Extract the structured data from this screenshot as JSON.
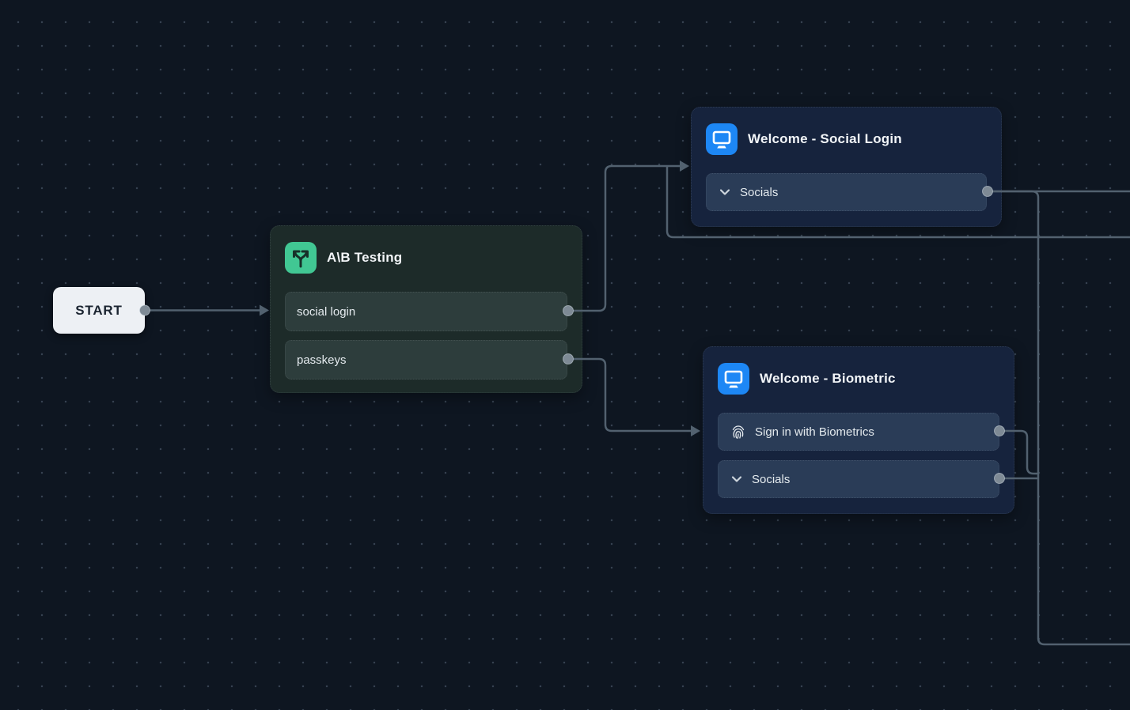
{
  "canvas": {
    "kind": "flow-editor-canvas",
    "grid": "dotted"
  },
  "colors": {
    "canvas_bg": "#0e1621",
    "grid_dot": "#8296aa",
    "edge": "#52616f",
    "handle": "#7e8a95",
    "start_bg": "#edf0f4",
    "start_text": "#1c2531",
    "ab_node_bg": "#1d2b29",
    "ab_row_bg": "#2d3d3c",
    "ab_icon_bg": "#41c793",
    "screen_node_bg": "#16233d",
    "screen_row_bg": "#2a3c57",
    "screen_icon_bg": "#1d87f5",
    "title_text": "#f2f5f8",
    "row_text": "#e4eaee"
  },
  "nodes": {
    "start": {
      "label": "START"
    },
    "ab_testing": {
      "title": "A\\B Testing",
      "icon": "split-arrows-icon",
      "rows": [
        {
          "label": "social login"
        },
        {
          "label": "passkeys"
        }
      ]
    },
    "welcome_social_login": {
      "title": "Welcome - Social Login",
      "icon": "screen-icon",
      "rows": [
        {
          "label": "Socials",
          "icon": "chevron-down-icon"
        }
      ]
    },
    "welcome_biometric": {
      "title": "Welcome - Biometric",
      "icon": "screen-icon",
      "rows": [
        {
          "label": "Sign in with Biometrics",
          "icon": "fingerprint-icon"
        },
        {
          "label": "Socials",
          "icon": "chevron-down-icon"
        }
      ]
    }
  }
}
